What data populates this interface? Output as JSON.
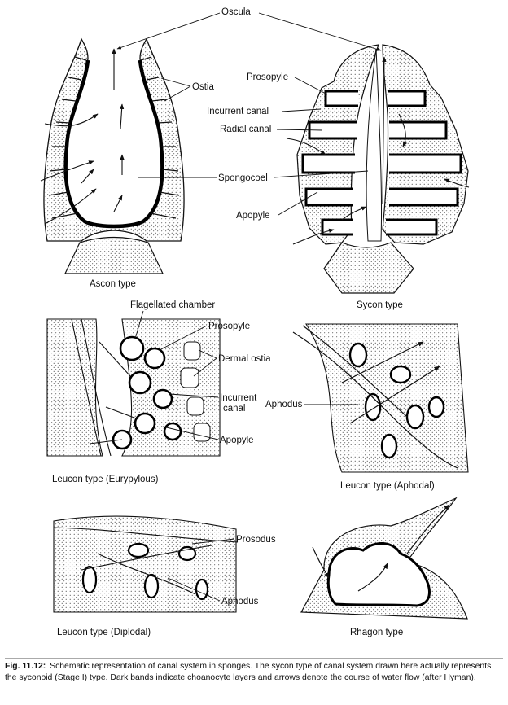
{
  "panels": {
    "ascon": {
      "title": "Ascon type",
      "labels": {
        "ostia": "Ostia",
        "spongocoel": "Spongocoel"
      }
    },
    "sycon": {
      "title": "Sycon type",
      "labels": {
        "prosopyle": "Prosopyle",
        "incurrent_canal": "Incurrent canal",
        "radial_canal": "Radial canal",
        "apopyle": "Apopyle"
      }
    },
    "shared": {
      "oscula": "Oscula"
    },
    "leucon_eurypylous": {
      "title": "Leucon type (Eurypylous)",
      "labels": {
        "flagellated_chamber": "Flagellated chamber",
        "prosopyle": "Prosopyle",
        "dermal_ostia": "Dermal ostia",
        "incurrent_canal_1": "Incurrent",
        "incurrent_canal_2": "canal",
        "apopyle": "Apopyle"
      }
    },
    "leucon_aphodal": {
      "title": "Leucon type (Aphodal)",
      "labels": {
        "aphodus": "Aphodus"
      }
    },
    "leucon_diplodal": {
      "title": "Leucon type (Diplodal)",
      "labels": {
        "prosodus": "Prosodus",
        "aphodus": "Aphodus"
      }
    },
    "rhagon": {
      "title": "Rhagon type"
    }
  },
  "caption": {
    "number": "Fig. 11.12:",
    "text": "Schematic representation of canal system in sponges. The sycon type of canal system drawn here actually represents the syconoid (Stage I) type. Dark bands indicate choanocyte layers and arrows denote the course of water flow (after Hyman)."
  },
  "colors": {
    "ink": "#111111",
    "paper": "#ffffff"
  }
}
